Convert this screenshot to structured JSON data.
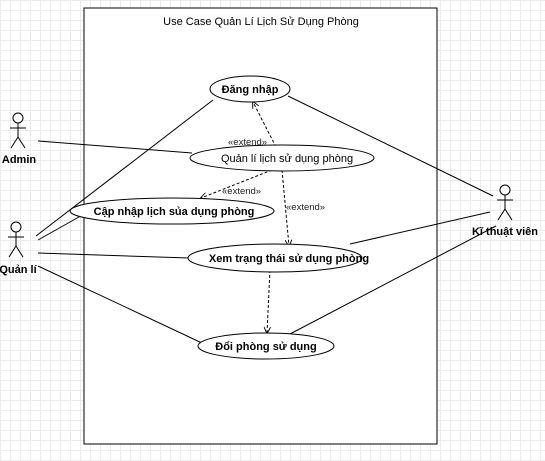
{
  "system": {
    "title": "Use Case Quản Lí Lịch Sử Dụng Phòng"
  },
  "actors": {
    "admin": "Admin",
    "quanli": "Quản lí",
    "kithuatvien": "Kĩ thuật viên"
  },
  "use_cases": {
    "dang_nhap": "Đăng nhập",
    "quan_li_lich": "Quản lí lịch sử dụng phòng",
    "cap_nhap": "Cập nhập lịch sủa dụng phòng",
    "xem_trang_thai": "Xem trạng thái sử dụng phòng",
    "doi_phong": "Đổi phòng sử dụng"
  },
  "relations": {
    "extend_1": "«extend»",
    "extend_2": "«extend»",
    "extend_3": "«extend»"
  }
}
